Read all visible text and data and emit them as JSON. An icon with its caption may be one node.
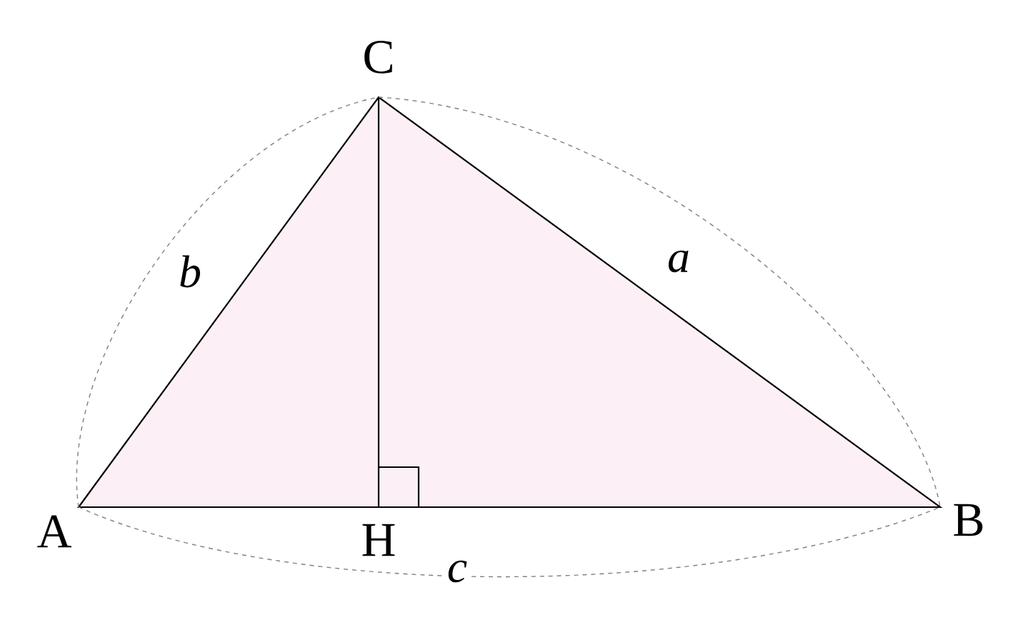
{
  "diagram": {
    "labels": [
      "C",
      "b",
      "a",
      "A",
      "H",
      "B",
      "c"
    ]
  }
}
